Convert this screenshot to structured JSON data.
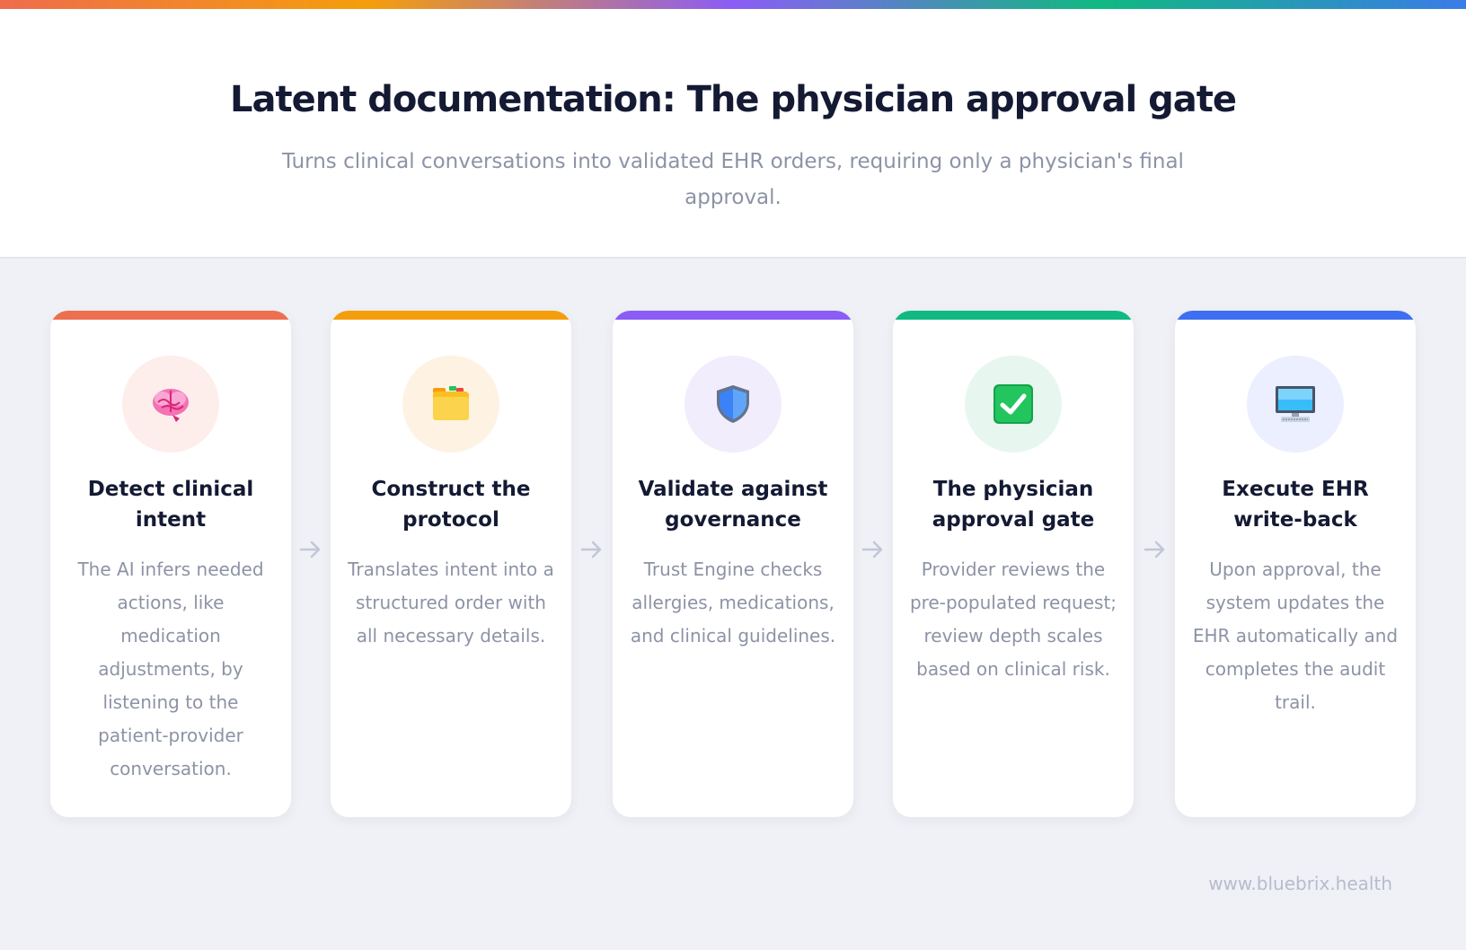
{
  "header": {
    "title": "Latent documentation: The physician approval gate",
    "subtitle": "Turns clinical conversations into validated EHR orders, requiring only a physician's final approval."
  },
  "steps": [
    {
      "icon": "brain-icon",
      "title": "Detect clinical intent",
      "description": "The AI infers needed actions, like medication adjustments, by listening to the patient-provider conversation.",
      "accent_color": "#ec6f4f",
      "icon_bg": "#fdeeeb"
    },
    {
      "icon": "folder-icon",
      "title": "Construct the protocol",
      "description": "Translates intent into a structured order with all necessary details.",
      "accent_color": "#f59e0b",
      "icon_bg": "#fef3e3"
    },
    {
      "icon": "shield-icon",
      "title": "Validate against governance",
      "description": "Trust Engine checks allergies, medications, and clinical guidelines.",
      "accent_color": "#8b5cf6",
      "icon_bg": "#f1edfd"
    },
    {
      "icon": "check-box-icon",
      "title": "The physician approval gate",
      "description": "Provider reviews the pre-populated request; review depth scales based on clinical risk.",
      "accent_color": "#10b981",
      "icon_bg": "#e7f7f0"
    },
    {
      "icon": "desktop-computer-icon",
      "title": "Execute EHR write-back",
      "description": "Upon approval, the system updates the EHR automatically and completes the audit trail.",
      "accent_color": "#3d6ff0",
      "icon_bg": "#ebefff"
    }
  ],
  "arrow_color": "#c3c6d8",
  "footer": {
    "website": "www.bluebrix.health"
  }
}
